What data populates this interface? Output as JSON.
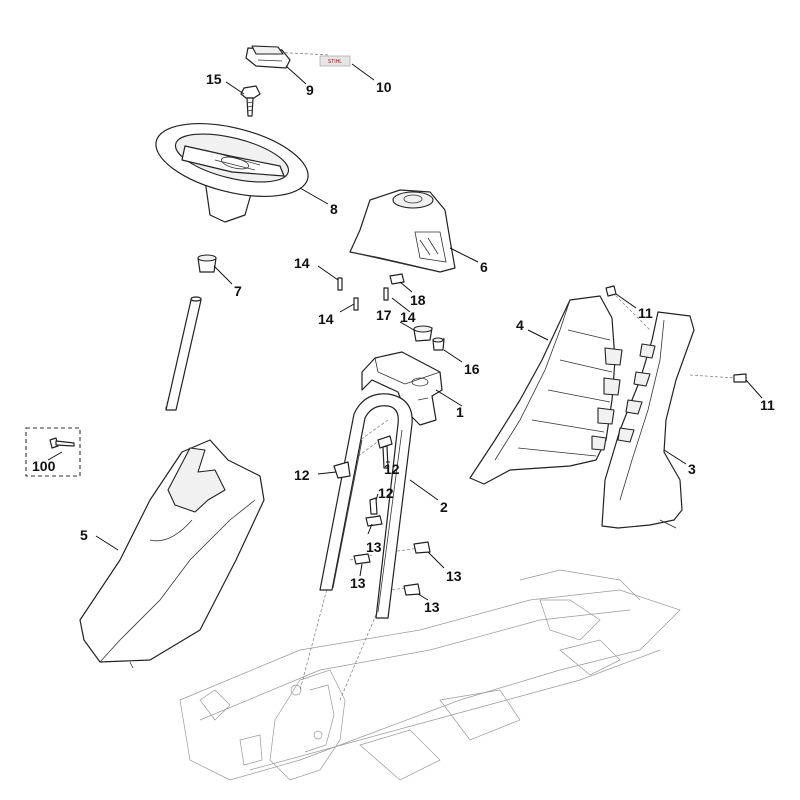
{
  "callouts": {
    "c1": "1",
    "c2": "2",
    "c3": "3",
    "c4": "4",
    "c5": "5",
    "c6": "6",
    "c7": "7",
    "c8": "8",
    "c9": "9",
    "c10": "10",
    "c11a": "11",
    "c11b": "11",
    "c12a": "12",
    "c12b": "12",
    "c12c": "12",
    "c13a": "13",
    "c13b": "13",
    "c13c": "13",
    "c13d": "13",
    "c14a": "14",
    "c14b": "14",
    "c14c": "14",
    "c15": "15",
    "c16": "16",
    "c17": "17",
    "c18": "18",
    "c100": "100"
  },
  "label_sticker": "STIHL",
  "colors": {
    "line": "#222222",
    "sticker_text": "#c00000"
  }
}
